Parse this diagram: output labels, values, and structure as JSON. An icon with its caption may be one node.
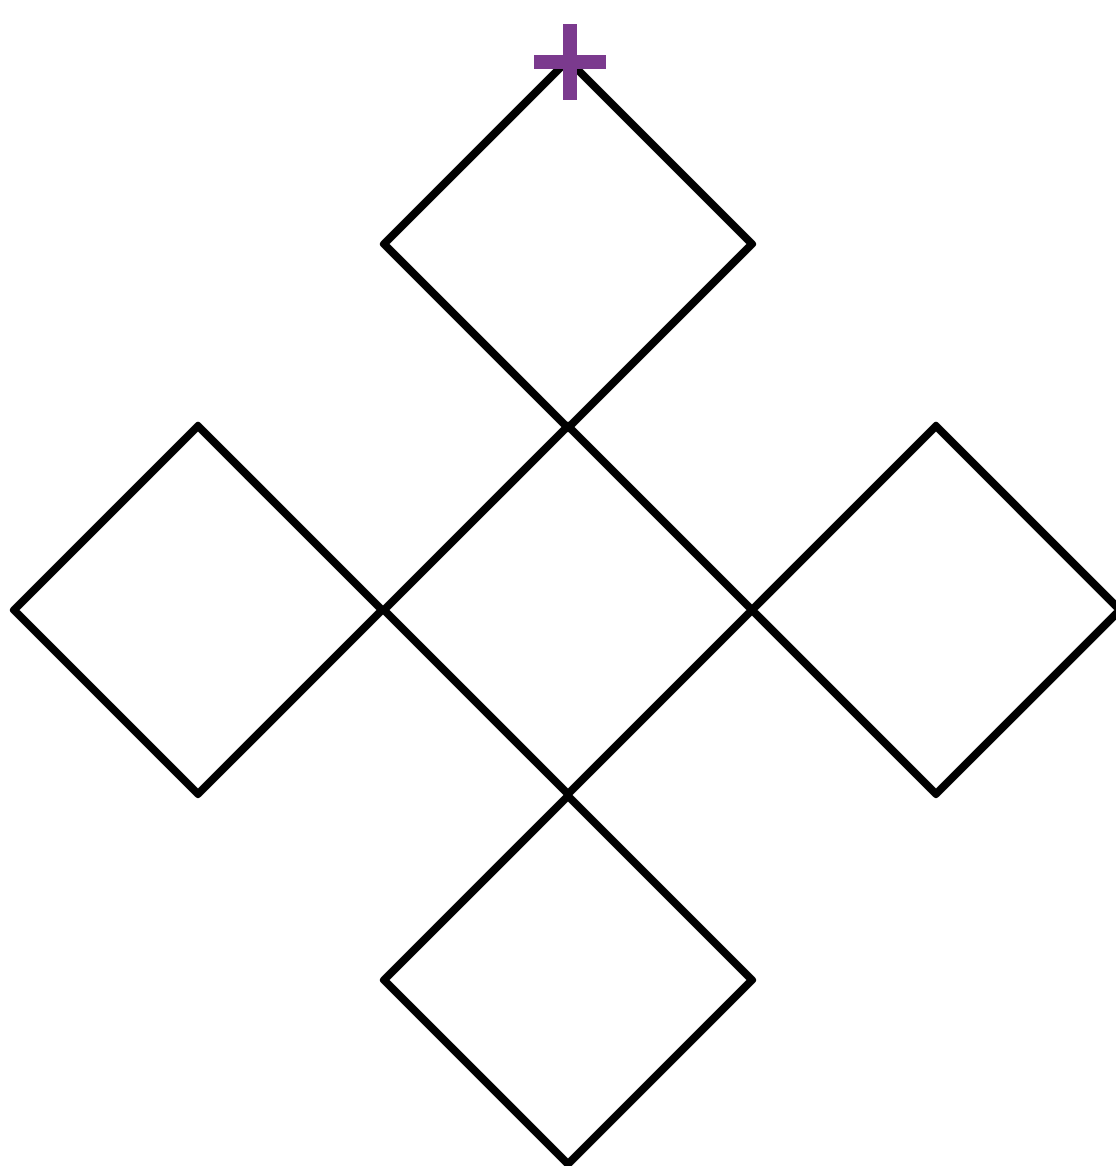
{
  "diagram": {
    "nodes": [
      {
        "text": [],
        "shape": "diamond"
      },
      {
        "text": [],
        "shape": "diamond"
      },
      {
        "text": [],
        "shape": "diamond"
      },
      {
        "text": [],
        "shape": "diamond"
      },
      {
        "text": [],
        "shape": "diamond"
      }
    ]
  }
}
